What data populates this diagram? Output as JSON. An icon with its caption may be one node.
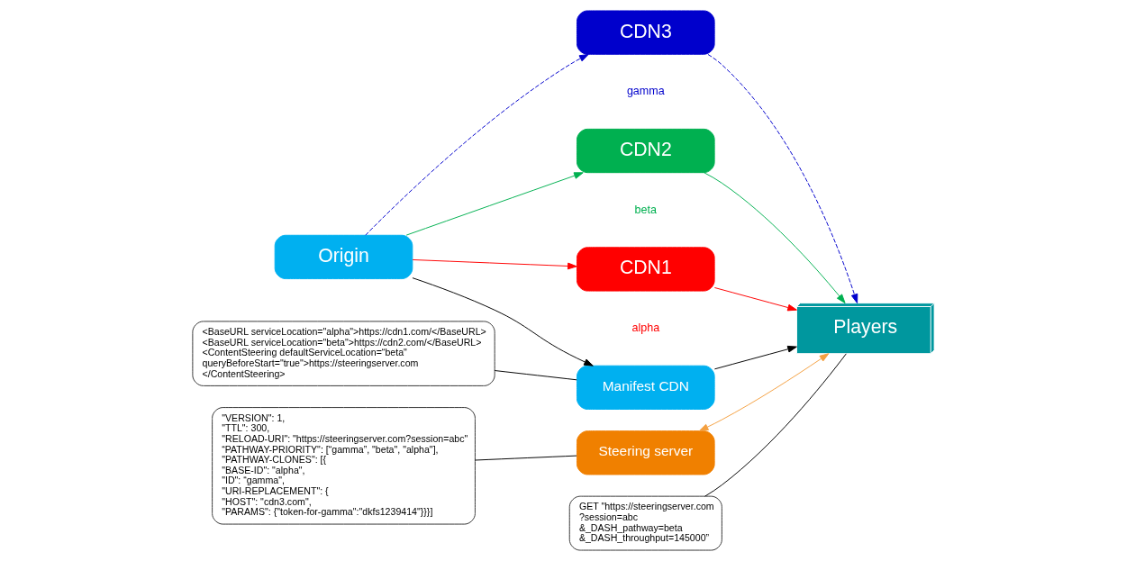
{
  "diagram": {
    "nodes": [
      {
        "text": [
          "Origin"
        ]
      },
      {
        "text": [
          "CDN3"
        ],
        "beside": [
          "gamma"
        ]
      },
      {
        "text": [
          "CDN2"
        ],
        "beside": [
          "beta"
        ]
      },
      {
        "text": [
          "CDN1"
        ],
        "beside": [
          "alpha"
        ]
      },
      {
        "text": [
          "Manifest CDN"
        ]
      },
      {
        "text": [
          "Players"
        ]
      },
      {
        "text": [
          "Steering server"
        ]
      },
      {
        "text": [
          "<BaseURL serviceLocation=\"alpha\">https://cdn1.com/</BaseURL>",
          "<BaseURL serviceLocation=\"beta\">https://cdn2.com/</BaseURL>",
          "<ContentSteering defaultServiceLocation=“beta\"",
          "queryBeforeStart=\"true\">https://steeringserver.com",
          "</ContentSteering>"
        ]
      },
      {
        "text": [
          "GET \"https://steeringserver.com",
          "?session=abc",
          "&_DASH_pathway=beta",
          "&_DASH_throughput=145000”"
        ]
      },
      {
        "text": [
          "\"VERSION\": 1,",
          "\"TTL\": 300,",
          "\"RELOAD-URI\": \"https://steeringserver.com?session=abc\"",
          "“PATHWAY-PRIORITY\": [“gamma”, \"beta\", \"alpha\"],",
          "\"PATHWAY-CLONES\": [{",
          "\"BASE-ID\": \"alpha\",",
          "\"ID\": “gamma\",",
          "\"URI-REPLACEMENT\": {",
          "\"HOST\": \"cdn3.com\",",
          "\"PARAMS\": {\"token-for-gamma\":\"dkfs1239414\"}}}]"
        ]
      }
    ],
    "edges": [
      {
        "from": 0,
        "to": 1,
        "arrow": "to",
        "style": "dashed",
        "color": "#0000cc"
      },
      {
        "from": 0,
        "to": 2,
        "arrow": "to",
        "color": "#00b050"
      },
      {
        "from": 0,
        "to": 3,
        "arrow": "to",
        "color": "#ff0000"
      },
      {
        "from": 0,
        "to": 4,
        "arrow": "to"
      },
      {
        "from": 1,
        "to": 5,
        "arrow": "to",
        "style": "dashed",
        "color": "#0000cc"
      },
      {
        "from": 2,
        "to": 5,
        "arrow": "to",
        "color": "#00b050"
      },
      {
        "from": 3,
        "to": 5,
        "arrow": "to",
        "color": "#ff0000"
      },
      {
        "from": 4,
        "to": 5,
        "arrow": "to"
      },
      {
        "from": 6,
        "to": 5,
        "arrow": "both",
        "color": "#f4a040"
      },
      {
        "from": 7,
        "to": 4,
        "arrow": "none"
      },
      {
        "from": 8,
        "to": 5,
        "arrow": "none"
      },
      {
        "from": 9,
        "to": 6,
        "arrow": "none"
      }
    ]
  }
}
